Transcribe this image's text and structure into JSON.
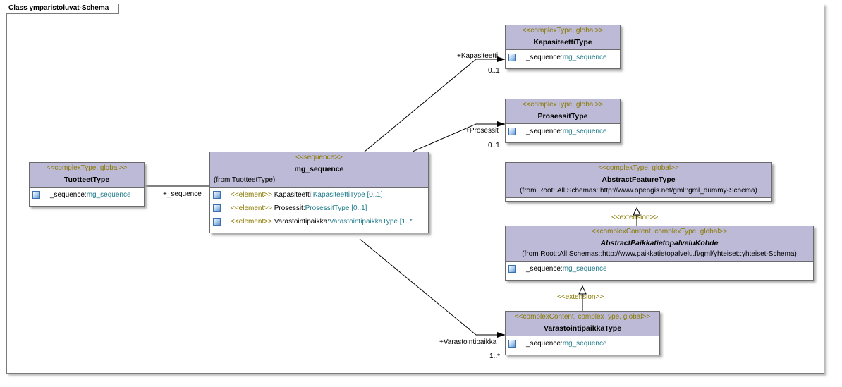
{
  "frame": {
    "title": "Class ymparistoluvat-Schema"
  },
  "classes": {
    "tuotteet": {
      "stereotype": "<<complexType, global>>",
      "name": "TuotteetType",
      "attr_name": "_sequence:",
      "attr_type": "mg_sequence"
    },
    "mg_sequence": {
      "stereotype": "<<sequence>>",
      "name": "mg_sequence",
      "from": "(from TuotteetType)",
      "rows": [
        {
          "stereo": "<<element>>",
          "name": " Kapasiteetti:",
          "type": "KapasiteettiType",
          "mult": " [0..1]"
        },
        {
          "stereo": "<<element>>",
          "name": " Prosessit:",
          "type": "ProsessitType",
          "mult": " [0..1]"
        },
        {
          "stereo": "<<element>>",
          "name": " Varastointipaikka:",
          "type": "VarastointipaikkaType",
          "mult": " [1..*"
        }
      ]
    },
    "kapasiteetti": {
      "stereotype": "<<complexType, global>>",
      "name": "KapasiteettiType",
      "attr_name": "_sequence:",
      "attr_type": "mg_sequence"
    },
    "prosessit": {
      "stereotype": "<<complexType, global>>",
      "name": "ProsessitType",
      "attr_name": "_sequence:",
      "attr_type": "mg_sequence"
    },
    "abstract_feature": {
      "stereotype": "<<complexType, global>>",
      "name": "AbstractFeatureType",
      "from": "(from Root::All Schemas::http://www.opengis.net/gml::gml_dummy-Schema)"
    },
    "abstract_paikka": {
      "stereotype": "<<complexContent, complexType, global>>",
      "name": "AbstractPaikkatietopalveluKohde",
      "from": "(from Root::All Schemas::http://www.paikkatietopalvelu.fi/gml/yhteiset::yhteiset-Schema)",
      "attr_name": "_sequence:",
      "attr_type": "mg_sequence"
    },
    "varastointi": {
      "stereotype": "<<complexContent, complexType, global>>",
      "name": "VarastointipaikkaType",
      "attr_name": "_sequence:",
      "attr_type": "mg_sequence"
    }
  },
  "connectors": {
    "seq_role": "+_sequence",
    "kapasiteetti_role": "+Kapasiteetti",
    "kapasiteetti_mult": "0..1",
    "prosessit_role": "+Prosessit",
    "prosessit_mult": "0..1",
    "varastointi_role": "+Varastointipaikka",
    "varastointi_mult": "1..*",
    "extension_1": "<<extension>>",
    "extension_2": "<<extension>>"
  }
}
